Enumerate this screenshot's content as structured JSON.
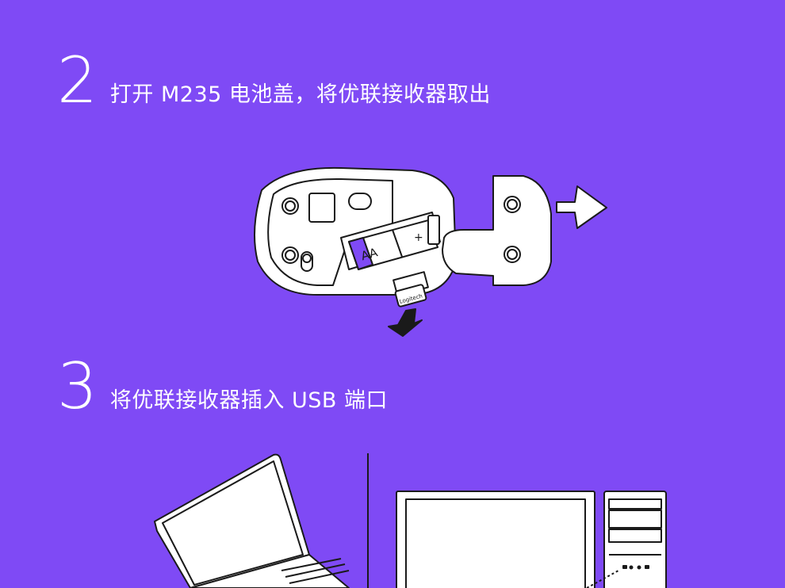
{
  "steps": [
    {
      "number": "2",
      "text": "打开 M235 电池盖，将优联接收器取出"
    },
    {
      "number": "3",
      "text": "将优联接收器插入 USB 端口"
    }
  ],
  "illustration": {
    "battery_label": "AA",
    "battery_plus": "+",
    "receiver_brand": "Logitech"
  },
  "colors": {
    "background": "#7f4af5",
    "line": "#1a1a1a",
    "fill": "#ffffff",
    "accent": "#7f4af5"
  }
}
